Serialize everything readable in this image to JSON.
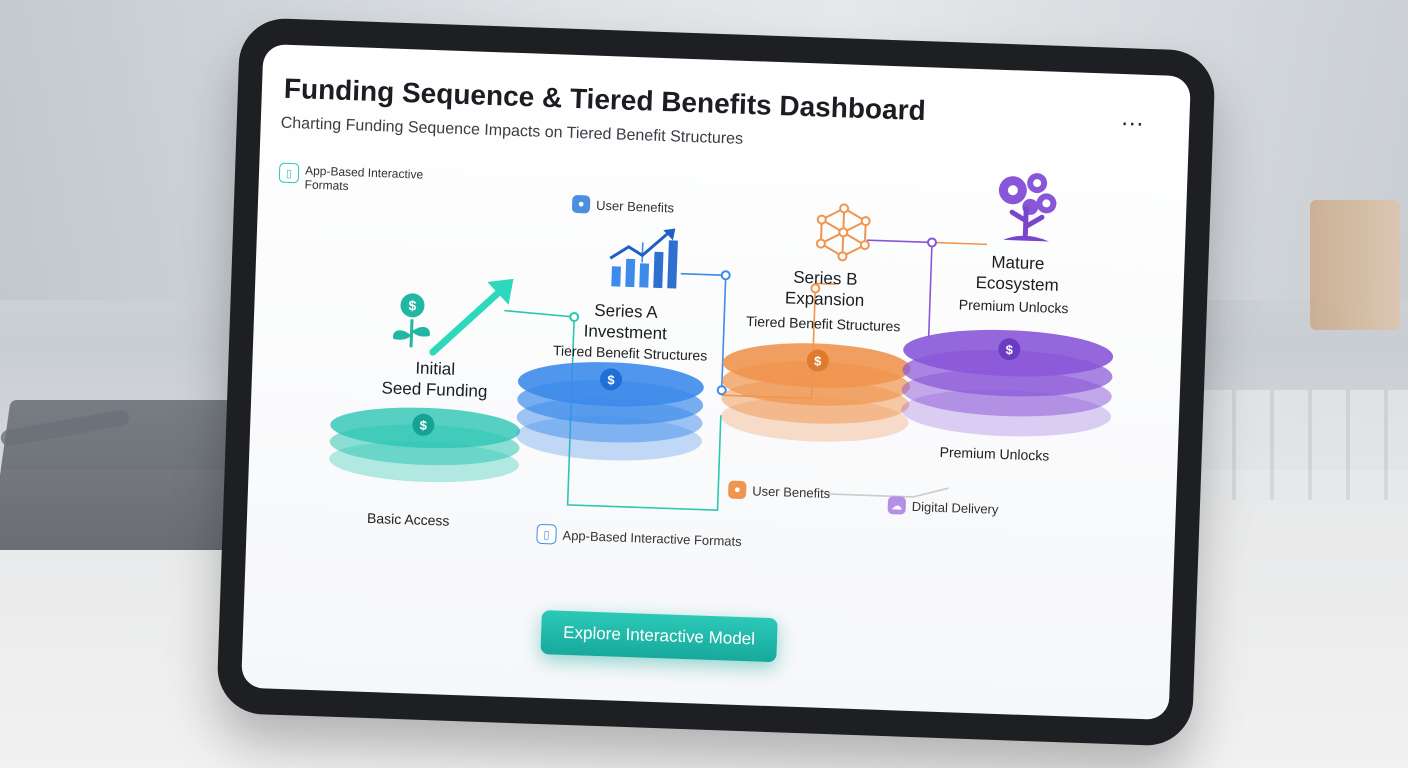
{
  "dashboard": {
    "title": "Funding Sequence & Tiered Benefits Dashboard",
    "subtitle": "Charting Funding Sequence Impacts on Tiered Benefit Structures",
    "more_label": "...",
    "cta_label": "Explore Interactive Model"
  },
  "stages": [
    {
      "name": "Initial\nSeed Funding",
      "color": "#2dc6b4"
    },
    {
      "name": "Series A\nInvestment",
      "color": "#3d8bea"
    },
    {
      "name": "Series B\nExpansion",
      "color": "#f0954f"
    },
    {
      "name": "Mature\nEcosystem",
      "color": "#8a56d8"
    }
  ],
  "labels": {
    "app_formats_top": "App-Based Interactive\nFormats",
    "user_benefits_top": "User Benefits",
    "tiered_a": "Tiered Benefit Structures",
    "tiered_b": "Tiered Benefit Structures",
    "premium_top": "Premium Unlocks",
    "premium_bottom": "Premium Unlocks",
    "basic_access": "Basic Access",
    "app_formats_bottom": "App-Based Interactive Formats",
    "user_benefits_bottom": "User Benefits",
    "digital_delivery": "Digital Delivery"
  },
  "coin_symbol": "$",
  "icons": {
    "phone": "phone-icon",
    "user": "user-icon",
    "cloud": "cloud-icon",
    "plant": "dollar-plant-icon",
    "growth": "growth-chart-icon",
    "network": "network-icon",
    "gears": "gear-tree-icon"
  }
}
